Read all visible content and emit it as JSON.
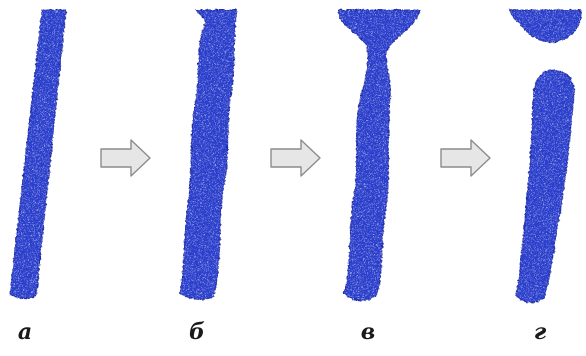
{
  "panels": [
    {
      "label": "а",
      "stage": "uniform-nanowire"
    },
    {
      "label": "б",
      "stage": "surface-undulation-begins"
    },
    {
      "label": "в",
      "stage": "necking-near-top"
    },
    {
      "label": "г",
      "stage": "nanowire-ruptured"
    }
  ],
  "arrows": [
    {
      "icon": "right-arrow-icon"
    },
    {
      "icon": "right-arrow-icon"
    },
    {
      "icon": "right-arrow-icon"
    }
  ],
  "colors": {
    "wire": "#2b3fcc",
    "wire_dark": "#1c2aa6",
    "wire_speckle": "#8f9bf2",
    "arrow_fill": "#e6e6e6",
    "arrow_stroke": "#8c8c8c",
    "label": "#1a1a1a"
  }
}
